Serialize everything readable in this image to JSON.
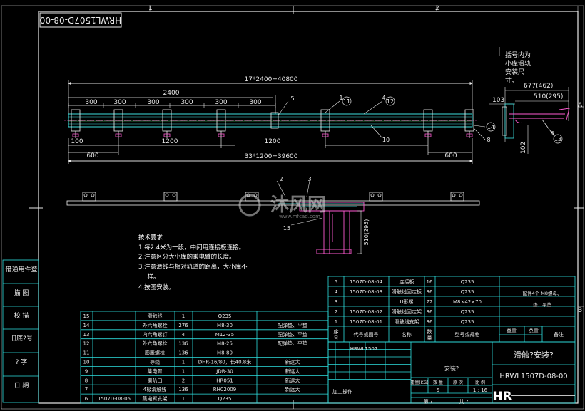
{
  "drawing": {
    "mirror_code": "HRWL1507D-08-00",
    "grid_top": [
      "1",
      "2"
    ],
    "grid_right": [
      "A",
      "B"
    ],
    "watermark": {
      "brand": "沐风网",
      "url": "www.mfcad.com"
    }
  },
  "dimensions": {
    "overall": "17*2400=40800",
    "span_2400": "2400",
    "span_300": [
      "300",
      "300",
      "300",
      "300",
      "300",
      "300"
    ],
    "bottom_100": "100",
    "bottom_1200_a": "1200",
    "bottom_1200_b": "1200",
    "bottom_600_left": "600",
    "bottom_600_right": "600",
    "bottom_overall": "33*1200=39600",
    "side_103": "103",
    "side_102": "102",
    "side_677": "677(462)",
    "side_510": "510(295)",
    "front_510": "510(295)",
    "side_note": [
      "括号内为",
      "小库滑轨",
      "安装尺",
      "寸。"
    ]
  },
  "balloons": {
    "b5": "5",
    "b1": "1",
    "b11": "11",
    "b4": "4",
    "b12": "12",
    "b10": "10",
    "b14": "14",
    "b8": "8",
    "b6": "6",
    "b13": "13",
    "b2": "2",
    "b3": "3",
    "b15": "15"
  },
  "tech_req": {
    "title": "技术要求",
    "lines": [
      "1.每2.4米为一段，中间用连接板连接。",
      "2.注意区分大小库的乘电臂的长度。",
      "3.注意滑线与相对轨道的距离，大小库不",
      "一样。",
      "4.按图安装。"
    ]
  },
  "left_stamp": [
    "借通用件登",
    "描  图",
    "校  描",
    "旧底?号",
    "?  字",
    "日  期"
  ],
  "bom_upper": [
    [
      "5",
      "1507D-08-04",
      "连接板",
      "16",
      "Q235",
      ""
    ],
    [
      "4",
      "1507D-08-03",
      "滑触线固定板",
      "36",
      "Q235",
      ""
    ],
    [
      "3",
      "",
      "U形螺",
      "72",
      "M8×42×70",
      ""
    ],
    [
      "2",
      "1507D-08-02",
      "滑触线固定架",
      "36",
      "Q235",
      ""
    ],
    [
      "1",
      "1507D-08-01",
      "滑触线支架",
      "36",
      "Q235",
      ""
    ]
  ],
  "bom_upper_note": [
    "配件4个 M8螺母、",
    "垫、平垫"
  ],
  "bom_header": [
    "序号",
    "代号或图号",
    "名称",
    "数量",
    "型号或规格",
    "单重",
    "总重",
    "备注"
  ],
  "bom_lower": [
    [
      "15",
      "",
      "滑触线",
      "1",
      "Q235",
      ""
    ],
    [
      "14",
      "",
      "外六角螺栓",
      "276",
      "M8-30",
      "配弹垫、平垫"
    ],
    [
      "13",
      "",
      "内六角螺钉",
      "4",
      "M12-35",
      "配弹垫、平垫"
    ],
    [
      "12",
      "",
      "外六角螺栓",
      "136",
      "M8-25",
      "配弹垫、平垫"
    ],
    [
      "11",
      "",
      "膨胀螺栓",
      "136",
      "M8-80",
      ""
    ],
    [
      "10",
      "",
      "导线",
      "1",
      "DHR-16/80，长40.8米",
      "新远大"
    ],
    [
      "9",
      "",
      "集电臂",
      "1",
      "JDR-30",
      "新远大"
    ],
    [
      "8",
      "",
      "喇叭口",
      "2",
      "HR051",
      "新远大"
    ],
    [
      "7",
      "",
      "4极滑触线",
      "136",
      "RH02009",
      "新远大"
    ],
    [
      "6",
      "1507D-08-05",
      "集电臂支架",
      "1",
      "Q235",
      ""
    ]
  ],
  "title_block": {
    "code_small": "HRWL1507",
    "assembly": "安装?",
    "title": "滑触?安装?",
    "drawing_no": "HRWL1507D-08-00",
    "weight_label": "重量(KG)",
    "qty_label": "数 量",
    "material_label": "原 次",
    "ratio_label": "比 例",
    "qty": "5",
    "ratio": "1 : 16",
    "process": "加工操作",
    "footer_a": "第  ?",
    "footer_b": "共  ?",
    "logo": "HR"
  }
}
